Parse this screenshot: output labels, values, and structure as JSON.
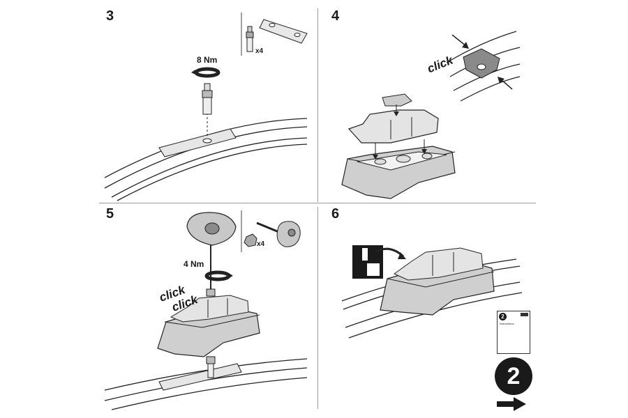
{
  "steps": [
    {
      "number": "3",
      "torque": "8 Nm",
      "qty": "x4"
    },
    {
      "number": "4",
      "click": "click"
    },
    {
      "number": "5",
      "torque": "4 Nm",
      "qty": "x4",
      "click1": "click",
      "click2": "click"
    },
    {
      "number": "6"
    }
  ],
  "next": {
    "booklet_number": "2",
    "booklet_title": "Instructions",
    "badge": "2",
    "arrow_icon": "right-arrow-icon"
  },
  "colors": {
    "ink": "#1a1a1a",
    "divider": "#9a9a9a",
    "part_gray": "#8a8a8a",
    "light_gray": "#d9d9d9"
  }
}
